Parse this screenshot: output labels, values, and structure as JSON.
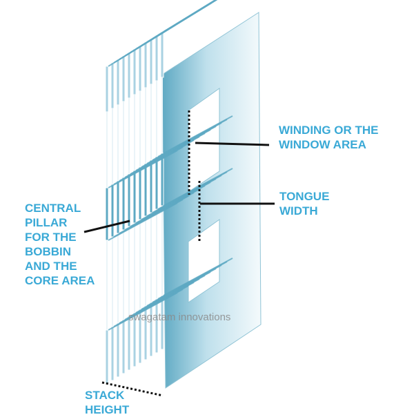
{
  "labels": {
    "window_area": "WINDING OR THE\nWINDOW AREA",
    "tongue_width": "TONGUE\nWIDTH",
    "central_pillar": "CENTRAL\nPILLAR\nFOR THE\nBOBBIN\nAND THE\nCORE AREA",
    "stack_height": "STACK\nHEIGHT"
  },
  "watermark": "swagatam innovations",
  "colors": {
    "label_text": "#3aa9d6",
    "lamination_light": "#eaf4f8",
    "lamination_mid": "#a9d2e2",
    "lamination_dark": "#5ea9c3",
    "pointer_line": "#111111"
  },
  "lamination_count": 11
}
